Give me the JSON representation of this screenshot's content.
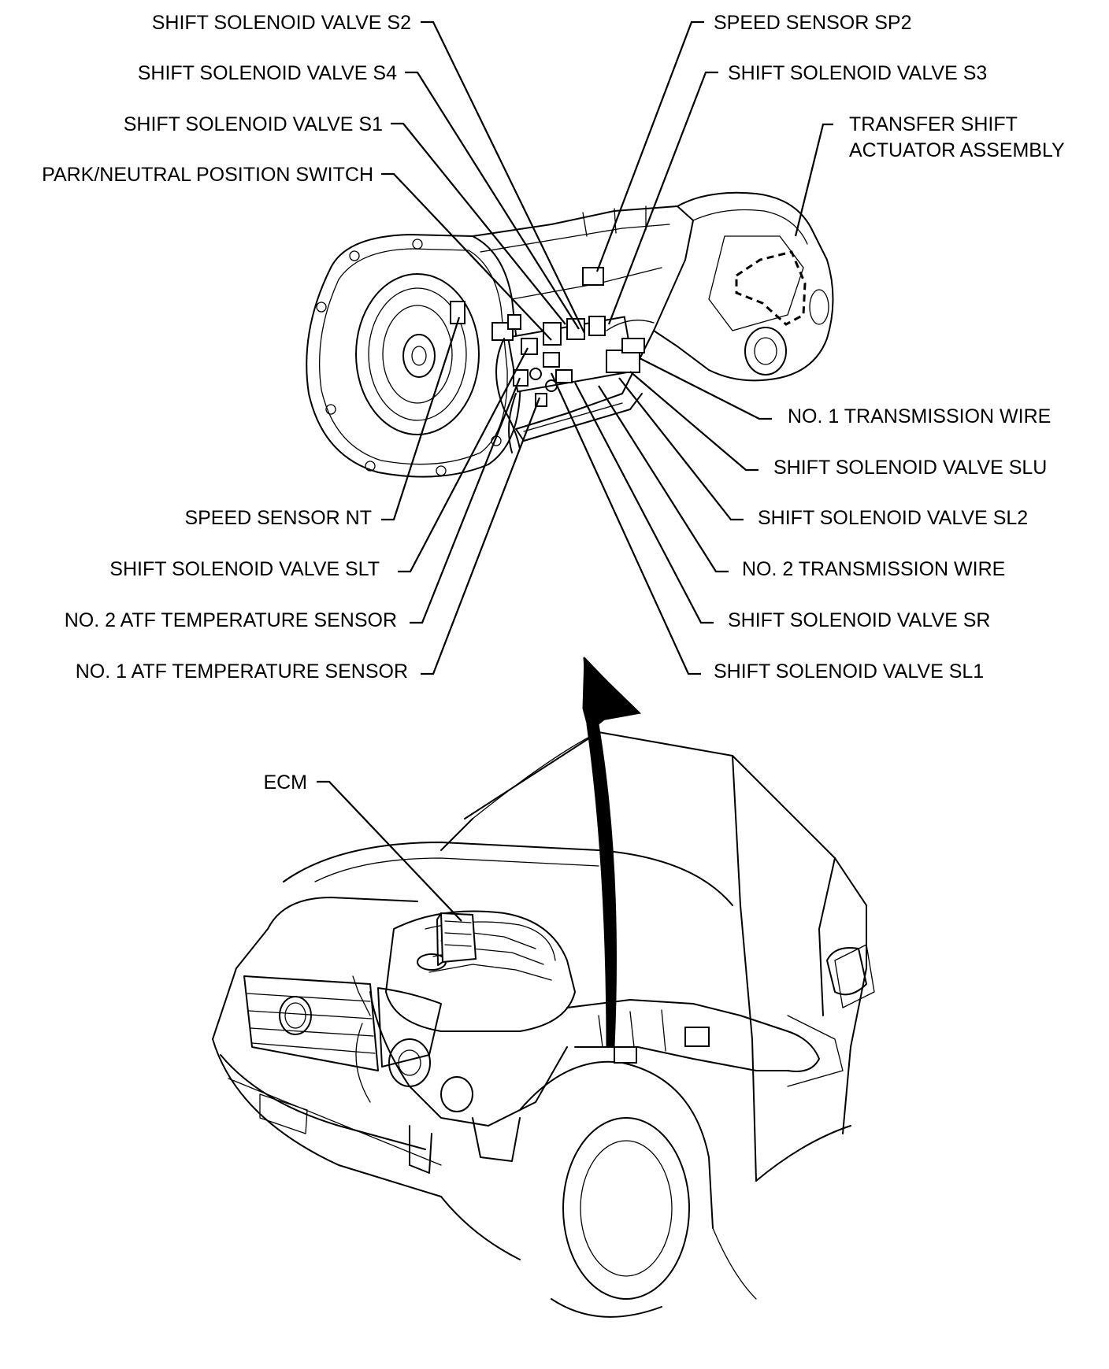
{
  "labels": {
    "shift_solenoid_s2": "SHIFT SOLENOID VALVE S2",
    "shift_solenoid_s4": "SHIFT SOLENOID VALVE S4",
    "shift_solenoid_s1": "SHIFT SOLENOID VALVE S1",
    "park_neutral_switch": "PARK/NEUTRAL POSITION SWITCH",
    "speed_sensor_sp2": "SPEED SENSOR SP2",
    "shift_solenoid_s3": "SHIFT SOLENOID VALVE S3",
    "transfer_actuator_line1": "TRANSFER SHIFT",
    "transfer_actuator_line2": "ACTUATOR ASSEMBLY",
    "transmission_wire_1": "NO. 1 TRANSMISSION WIRE",
    "shift_solenoid_slu": "SHIFT SOLENOID VALVE SLU",
    "shift_solenoid_sl2": "SHIFT SOLENOID VALVE SL2",
    "transmission_wire_2": "NO. 2 TRANSMISSION WIRE",
    "shift_solenoid_sr": "SHIFT SOLENOID VALVE SR",
    "shift_solenoid_sl1": "SHIFT SOLENOID VALVE SL1",
    "speed_sensor_nt": "SPEED SENSOR NT",
    "shift_solenoid_slt": "SHIFT SOLENOID VALVE SLT",
    "atf_temp_sensor_2": "NO. 2 ATF TEMPERATURE SENSOR",
    "atf_temp_sensor_1": "NO. 1 ATF TEMPERATURE SENSOR",
    "ecm": "ECM"
  },
  "colors": {
    "line": "#000000",
    "background": "#ffffff"
  },
  "icons": {
    "transmission": "transmission-illustration",
    "vehicle": "vehicle-front-illustration",
    "arrow": "curved-arrow-icon"
  }
}
